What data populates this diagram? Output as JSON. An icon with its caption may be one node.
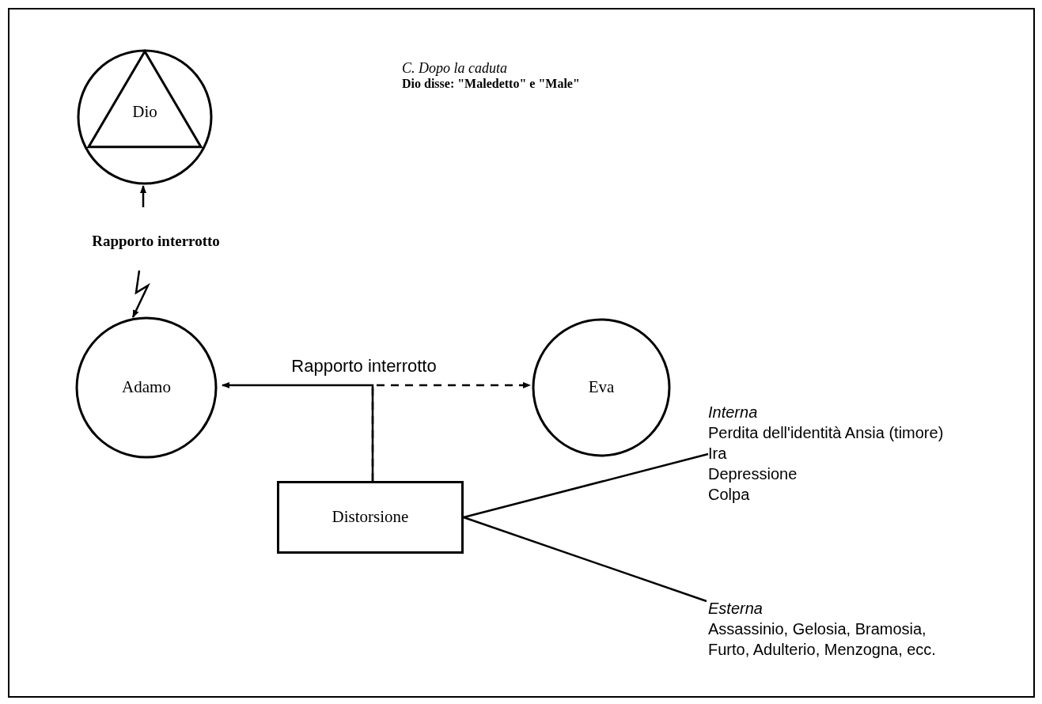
{
  "diagram": {
    "title": "C. Dopo la caduta",
    "nodes": [
      {
        "text": [
          "Dio"
        ]
      },
      {
        "text": [
          "Rapporto interrotto"
        ]
      },
      {
        "text": [
          "Adamo"
        ]
      },
      {
        "text": [
          "Eva"
        ]
      },
      {
        "text": [
          "Distorsione"
        ]
      },
      {
        "text": [
          "Interna",
          "Perdita dell'identità Ansia (timore)",
          "Ira",
          "Depressione",
          "Colpa"
        ]
      },
      {
        "text": [
          "Esterna",
          "Assassinio, Gelosia, Bramosia, Furto, Adulterio, Menzogna, ecc."
        ]
      }
    ],
    "edges": [
      {
        "from": 1,
        "to": 0,
        "arrow": "to"
      },
      {
        "from": 1,
        "to": 2,
        "arrow": "to"
      },
      {
        "from": 4,
        "to": 2,
        "arrow": "to",
        "label": "Rapporto interrotto"
      },
      {
        "from": 4,
        "to": 3,
        "arrow": "to",
        "style": "dashed"
      },
      {
        "from": 4,
        "to": 5,
        "arrow": "none"
      },
      {
        "from": 4,
        "to": 6,
        "arrow": "none"
      }
    ],
    "labels": [
      "Dio disse: \"Maledetto\" e \"Male\""
    ]
  }
}
